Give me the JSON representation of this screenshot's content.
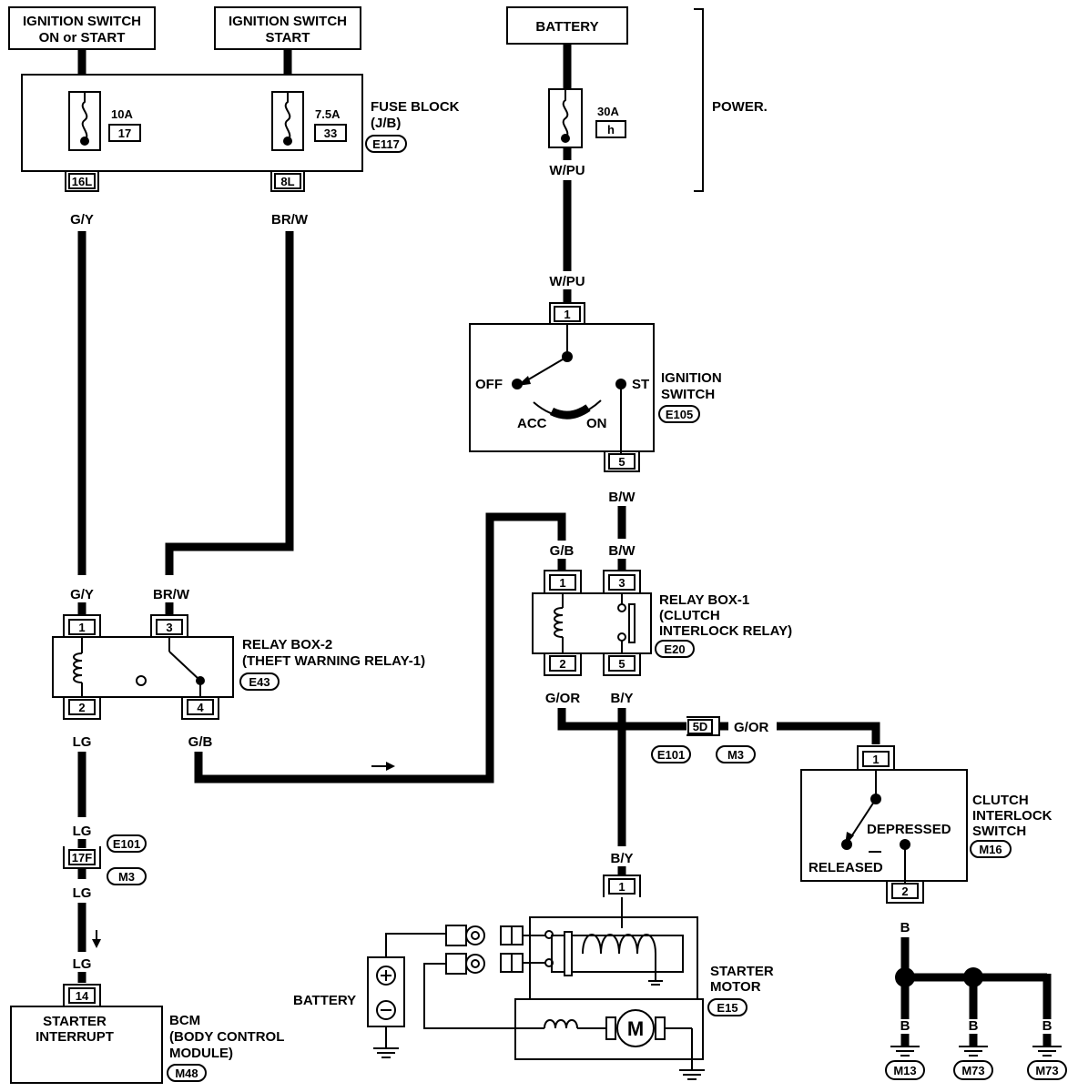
{
  "top_labels": {
    "ign_on_start": [
      "IGNITION SWITCH",
      "ON or START"
    ],
    "ign_start": [
      "IGNITION SWITCH",
      "START"
    ],
    "battery": "BATTERY",
    "power": "POWER."
  },
  "fuse_block": {
    "name_lines": [
      "FUSE BLOCK",
      "(J/B)"
    ],
    "connector": "E117",
    "fuse1": {
      "amps": "10A",
      "number": "17",
      "pin": "16L",
      "wire": "G/Y"
    },
    "fuse2": {
      "amps": "7.5A",
      "number": "33",
      "pin": "8L",
      "wire": "BR/W"
    }
  },
  "battery_fuse": {
    "amps": "30A",
    "number": "h",
    "wire_top": "W/PU",
    "wire_bottom": "W/PU"
  },
  "ignition_switch": {
    "name_lines": [
      "IGNITION",
      "SWITCH"
    ],
    "connector": "E105",
    "pin_top": "1",
    "pin_bottom": "5",
    "positions": {
      "off": "OFF",
      "acc": "ACC",
      "on": "ON",
      "st": "ST"
    },
    "wire_out": "B/W"
  },
  "relay_box_2": {
    "name_lines": [
      "RELAY BOX-2",
      "(THEFT WARNING RELAY-1)"
    ],
    "connector": "E43",
    "pins": {
      "p1": "1",
      "p2": "2",
      "p3": "3",
      "p4": "4"
    },
    "wires": {
      "in1": "G/Y",
      "in3": "BR/W",
      "out2": "LG",
      "out4": "G/B"
    }
  },
  "relay_box_1": {
    "name_lines": [
      "RELAY BOX-1",
      "(CLUTCH",
      "INTERLOCK RELAY)"
    ],
    "connector": "E20",
    "pins": {
      "p1": "1",
      "p2": "2",
      "p3": "3",
      "p5": "5"
    },
    "wires": {
      "in1": "G/B",
      "in3": "B/W",
      "out2": "G/OR",
      "out5": "B/Y"
    }
  },
  "junction_5d": {
    "pin": "5D",
    "wire": "G/OR",
    "conn_a": "E101",
    "conn_b": "M3"
  },
  "lg_path": {
    "wire1": "LG",
    "wire2": "LG",
    "pin": "17F",
    "conn_a": "E101",
    "conn_b": "M3",
    "wire3": "LG",
    "wire4": "LG"
  },
  "clutch_switch": {
    "name_lines": [
      "CLUTCH",
      "INTERLOCK",
      "SWITCH"
    ],
    "connector": "M16",
    "pin_top": "1",
    "pin_bottom": "2",
    "depressed": "DEPRESSED",
    "released": "RELEASED",
    "wire_out": "B"
  },
  "grounds": {
    "wire": "B",
    "connectors": [
      "M13",
      "M73",
      "M73"
    ]
  },
  "starter_motor": {
    "name_lines": [
      "STARTER",
      "MOTOR"
    ],
    "connector": "E15",
    "pin": "1",
    "wire_in": "B/Y",
    "motor_symbol": "M"
  },
  "starter_battery": "BATTERY",
  "bcm": {
    "inner_lines": [
      "STARTER",
      "INTERRUPT"
    ],
    "name_lines": [
      "BCM",
      "(BODY CONTROL",
      "MODULE)"
    ],
    "connector": "M48",
    "pin": "14"
  }
}
